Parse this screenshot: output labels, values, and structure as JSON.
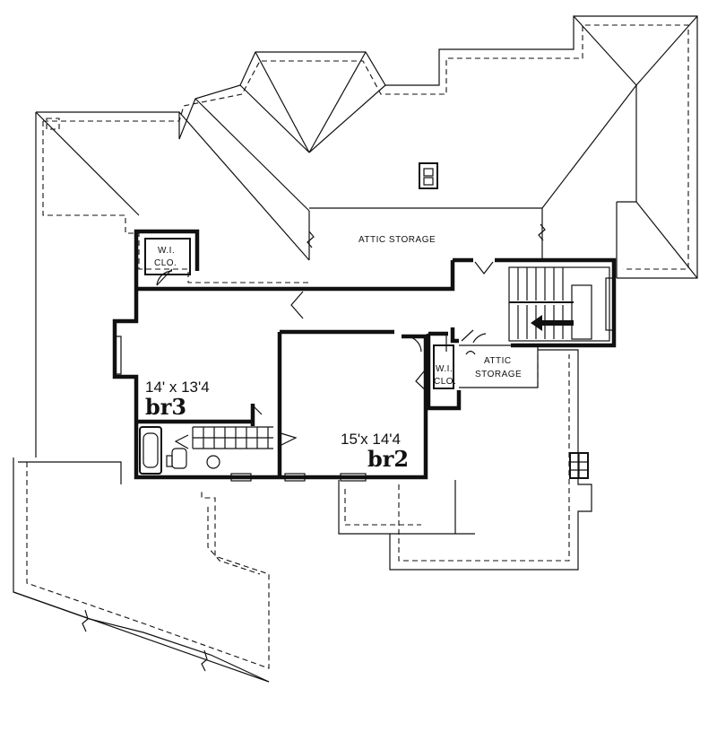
{
  "plan": {
    "attic_storage_top": "ATTIC STORAGE",
    "attic_storage_right_line1": "ATTIC",
    "attic_storage_right_line2": "STORAGE",
    "wic_left_line1": "W.I.",
    "wic_left_line2": "CLO.",
    "wic_right_line1": "W.I.",
    "wic_right_line2": "CLO.",
    "br3_dims": "14' x 13'4",
    "br3_name": "br3",
    "br2_dims": "15'x 14'4",
    "br2_name": "br2"
  }
}
